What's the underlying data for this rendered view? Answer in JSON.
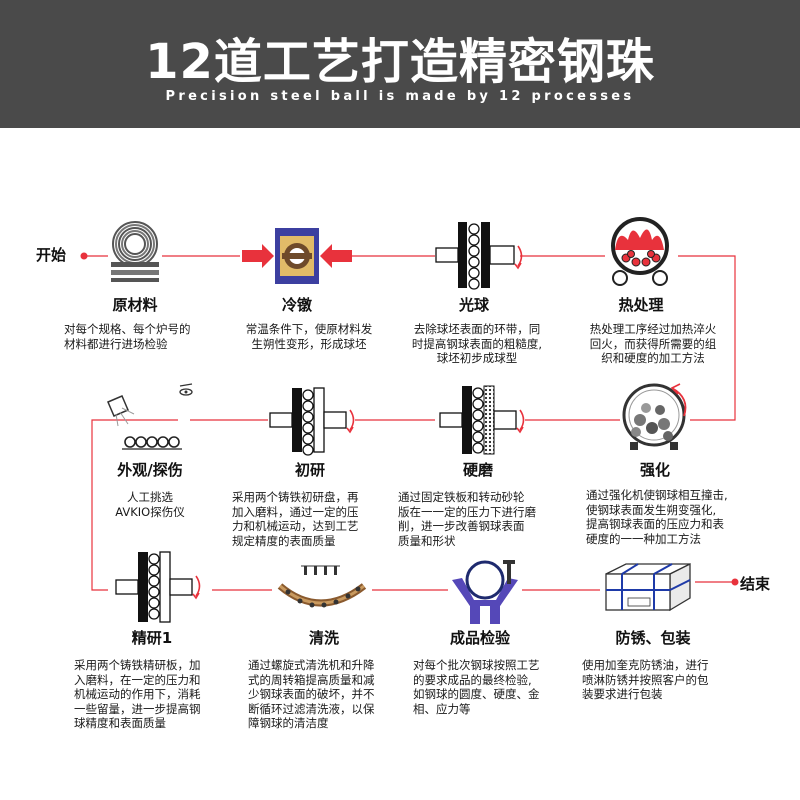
{
  "header": {
    "title": "12道工艺打造精密钢珠",
    "subtitle": "Precision steel ball is made by 12 processes"
  },
  "flow": {
    "start_label": "开始",
    "end_label": "结束"
  },
  "steps": [
    {
      "name": "原材料",
      "icon": "wire-coil-icon",
      "desc": [
        "对每个规格、每个炉号的",
        "材料都进行进场检验"
      ]
    },
    {
      "name": "冷镦",
      "icon": "cold-heading-die-icon",
      "desc": [
        "常温条件下，使原材料发",
        "生朔性变形，形成球坯"
      ]
    },
    {
      "name": "光球",
      "icon": "flashing-plates-icon",
      "desc": [
        "去除球坯表面的环带，同",
        "时提高钢球表面的粗糙度,",
        "球坯初步成球型"
      ]
    },
    {
      "name": "热处理",
      "icon": "furnace-icon",
      "desc": [
        "热处理工序经过加热淬火",
        "回火，而获得所需要的组",
        "织和硬度的加工方法"
      ]
    },
    {
      "name": "强化",
      "icon": "strengthening-drum-icon",
      "desc": [
        "通过强化机使钢球相互撞击,",
        "使钢球表面发生朔变强化,",
        "提高钢球表面的压应力和表",
        "硬度的一一种加工方法"
      ]
    },
    {
      "name": "硬磨",
      "icon": "hard-grinding-icon",
      "desc": [
        "通过固定铁板和转动砂轮",
        "版在一一定的压力下进行磨",
        "削，进一步改善钢球表面",
        "质量和形状"
      ]
    },
    {
      "name": "初研",
      "icon": "rough-lapping-icon",
      "desc": [
        "采用两个铸铁初研盘，再",
        "加入磨料，通过一定的压",
        "力和机械运动，达到工艺",
        "规定精度的表面质量"
      ]
    },
    {
      "name": "外观/探伤",
      "icon": "inspection-light-icon",
      "desc": [
        "人工挑选",
        "AVKIO探伤仪"
      ]
    },
    {
      "name": "精研1",
      "icon": "fine-lapping-icon",
      "desc": [
        "采用两个铸铁精研板，加",
        "入磨料，在一定的压力和",
        "机械运动的作用下，消耗",
        "一些留量，进一步提高钢",
        "球精度和表面质量"
      ]
    },
    {
      "name": "清洗",
      "icon": "cleaning-spiral-icon",
      "desc": [
        "通过螺旋式清洗机和升降",
        "式的周转箱提高质量和减",
        "少钢球表面的破坏，并不",
        "断循环过滤清洗液，以保",
        "障钢球的清洁度"
      ]
    },
    {
      "name": "成品检验",
      "icon": "final-inspection-icon",
      "desc": [
        "对每个批次钢球按照工艺",
        "的要求成品的最终检验,",
        "如钢球的圆度、硬度、金",
        "相、应力等"
      ]
    },
    {
      "name": "防锈、包装",
      "icon": "packaging-box-icon",
      "desc": [
        "使用加奎克防锈油，进行",
        "喷淋防锈并按照客户的包",
        "装要求进行包装"
      ]
    }
  ],
  "colors": {
    "header_bg": "#4a4a4a",
    "arrow": "#e8323c",
    "die_blue": "#3c3fa0",
    "fixture_purple": "#5548b8",
    "icon_gray": "#888888"
  }
}
